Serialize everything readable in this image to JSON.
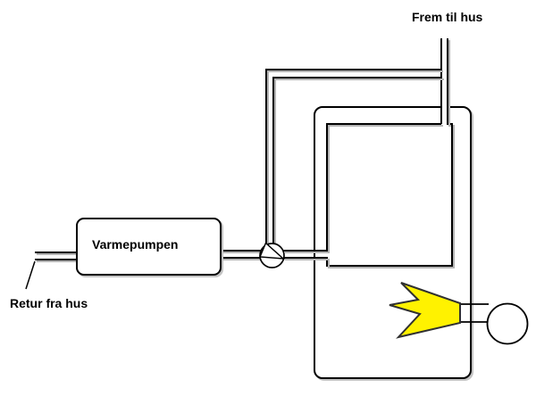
{
  "diagram": {
    "labels": {
      "supply_pipe": "Frem til hus",
      "return_pipe": "Retur fra hus",
      "heat_pump": "Varmepumpen"
    },
    "components": [
      "heat-pump-unit",
      "circulation-pump",
      "hot-water-tank",
      "heat-exchanger-coil",
      "supply-riser-pipe",
      "return-pipe",
      "burner",
      "flame"
    ],
    "colors": {
      "line": "#000000",
      "line_shadow": "#b4b4b4",
      "flame_fill": "#fff200",
      "flame_outline": "#303030",
      "background": "#ffffff"
    }
  }
}
